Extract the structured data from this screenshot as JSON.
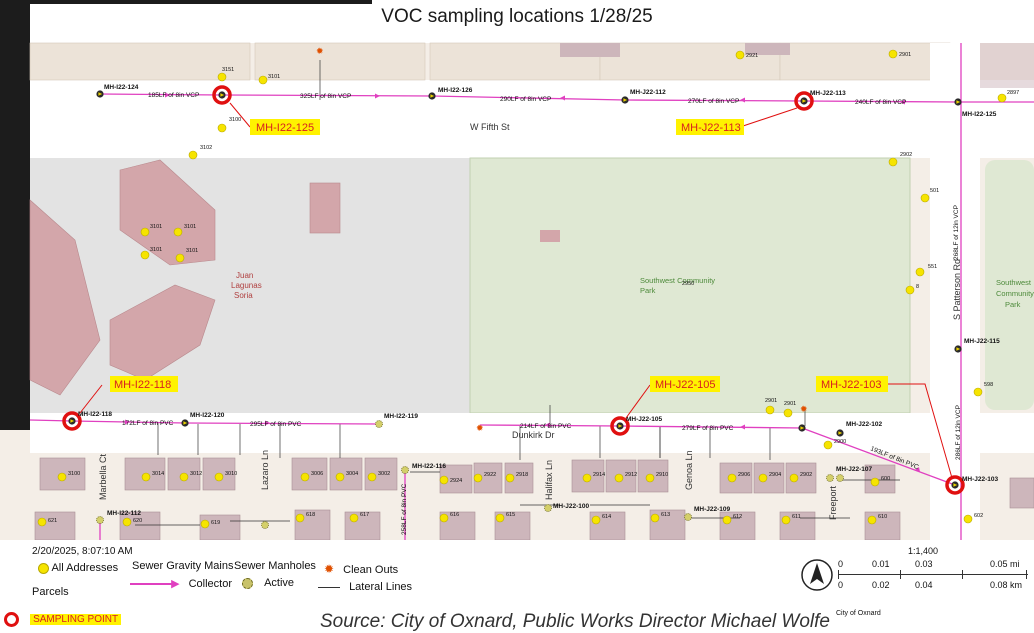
{
  "title": "VOC sampling locations 1/28/25",
  "streets": {
    "fifth": "W Fifth St",
    "patterson": "S Patterson Rd",
    "dunkirk": "Dunkirk Dr",
    "marbella": "Marbella Ct",
    "lazaro": "Lazaro Ln",
    "halifax": "Halifax Ln",
    "genoa": "Genoa Ln",
    "freeport": "Freeport"
  },
  "places": {
    "juan_1": "Juan",
    "juan_2": "Lagunas",
    "juan_3": "Soria",
    "park_1": "Southwest Community",
    "park_2": "Park",
    "park_addr": "2950",
    "park_right_1": "Southwest",
    "park_right_2": "Community",
    "park_right_3": "Park"
  },
  "manholes": {
    "i22_124": "MH-I22-124",
    "i22_126": "MH-I22-126",
    "j22_112": "MH-J22-112",
    "j22_113": "MH-J22-113",
    "i22_125": "MH-I22-125",
    "j22_115": "MH-J22-115",
    "i22_118": "MH-I22-118",
    "i22_120": "MH-I22-120",
    "i22_119": "MH-I22-119",
    "j22_105": "MH-J22-105",
    "j22_102": "MH-J22-102",
    "j22_103": "MH-J22-103",
    "i22_116": "MH-I22-116",
    "i22_112": "MH-I22-112",
    "j22_100": "MH-J22-100",
    "j22_109": "MH-J22-109",
    "j22_107": "MH-J22-107"
  },
  "pipes": {
    "p1": "185LF of 8in VCP",
    "p2": "325LF of 8in VCP",
    "p3": "290LF of 8in VCP",
    "p4": "270LF of 8in VCP",
    "p5": "240LF of 8in VCP",
    "p6": "268LF of 12in VCP",
    "p7": "172LF of 8in PVC",
    "p8": "295LF of 8in PVC",
    "p9": "214LF of 8in PVC",
    "p10": "279LF of 8in PVC",
    "p11": "193LF of 8in PVC",
    "p12": "286LF of 12in VCP",
    "p13": "258LF of 8in PVC"
  },
  "callouts": [
    "MH-I22-125",
    "MH-J22-113",
    "MH-I22-118",
    "MH-J22-105",
    "MH-J22-103"
  ],
  "addresses": {
    "a2921": "2921",
    "a2901t": "2901",
    "a2897": "2897",
    "a3151": "3151",
    "a3101t": "3101",
    "a3100": "3100",
    "a3102": "3102",
    "a2902t": "2902",
    "a501": "501",
    "a551": "551",
    "a8": "8",
    "a598": "598",
    "b3101a": "3101",
    "b3101b": "3101",
    "b3101c": "3101",
    "b3101d": "3101",
    "a2901m": "2901",
    "a2901n": "2901",
    "a2900": "2900",
    "r3100": "3100",
    "r3014": "3014",
    "r3012": "3012",
    "r3010": "3010",
    "r3006": "3006",
    "r3004": "3004",
    "r3002": "3002",
    "r2924": "2924",
    "r2922": "2922",
    "r2918": "2918",
    "r2914": "2914",
    "r2912": "2912",
    "r2910": "2910",
    "r2906": "2906",
    "r2904": "2904",
    "r2902": "2902",
    "r600": "600",
    "r621": "621",
    "r620": "620",
    "r619": "619",
    "r618": "618",
    "r617": "617",
    "r616": "616",
    "r615": "615",
    "r614": "614",
    "r613": "613",
    "r612": "612",
    "r611": "611",
    "r610": "610",
    "r602": "602"
  },
  "legend": {
    "timestamp": "2/20/2025, 8:07:10 AM",
    "all_addresses": "All Addresses",
    "parcels": "Parcels",
    "sewer_mains": "Sewer Gravity Mains",
    "collector": "Collector",
    "sewer_manholes": "Sewer Manholes",
    "active": "Active",
    "clean_outs": "Clean Outs",
    "lateral_lines": "Lateral Lines",
    "sampling_point": "SAMPLING POINT",
    "scale_ratio": "1:1,400",
    "scale_mi": [
      "0",
      "0.01",
      "0.03",
      "0.05 mi"
    ],
    "scale_km": [
      "0",
      "0.02",
      "0.04",
      "0.08 km"
    ],
    "agency": "City of Oxnard"
  },
  "credit": "Source: City of Oxnard, Public Works Director Michael Wolfe",
  "colors": {
    "sewer": "#e040c0",
    "sampling": "#e01010",
    "callout_bg": "#fff200",
    "callout_text": "#d82020",
    "address": "#f6e400",
    "park": "#dfe8d3",
    "lot": "#e3e3e3",
    "parcel": "#cdb6bb"
  }
}
